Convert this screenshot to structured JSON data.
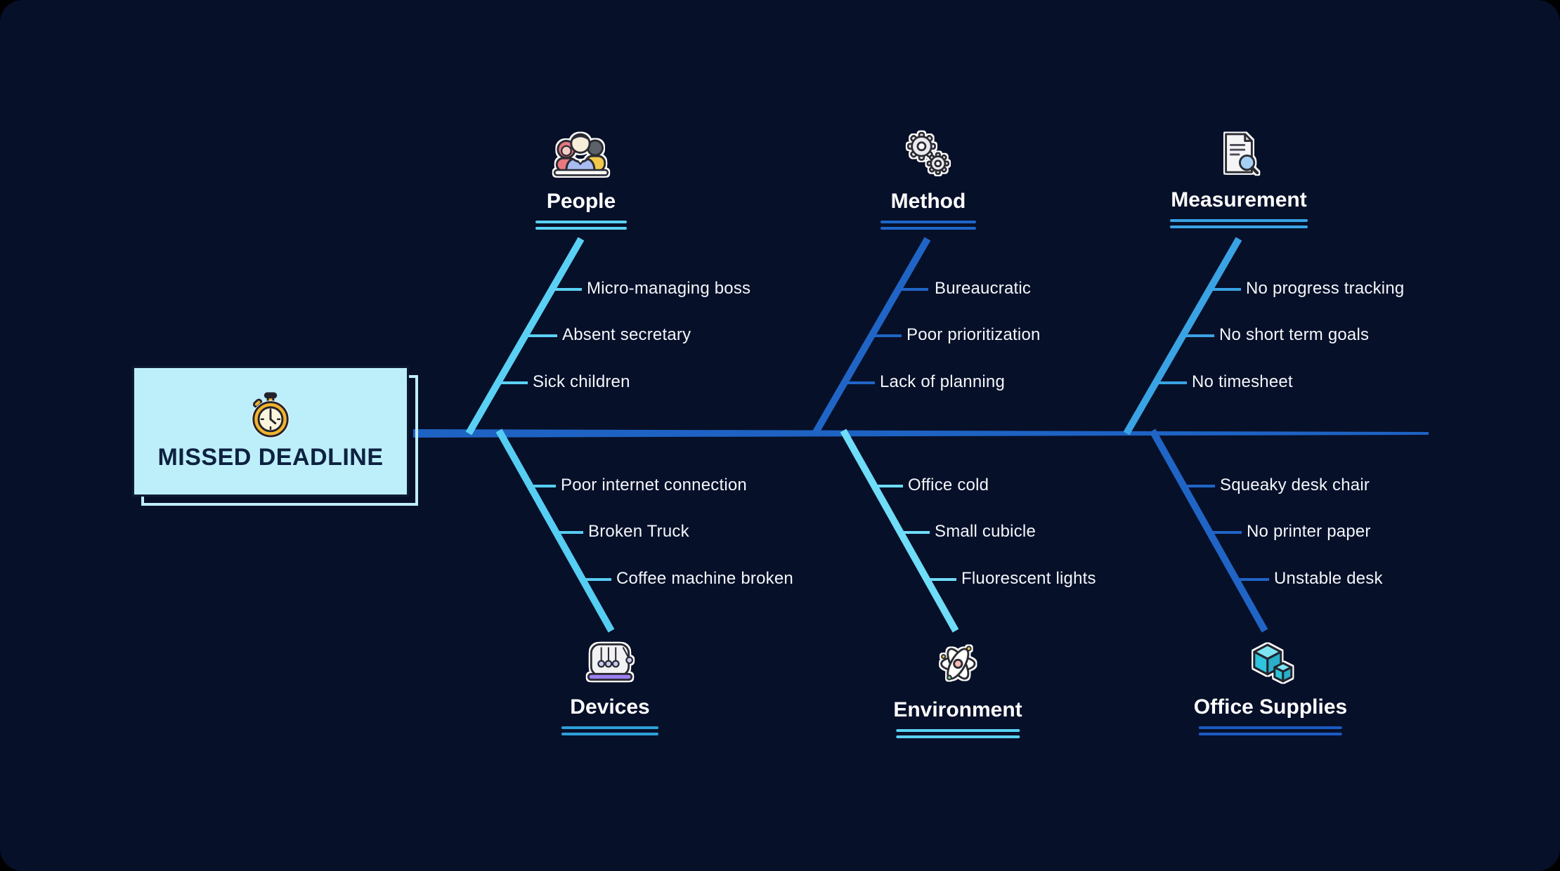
{
  "canvas": {
    "background": "#071029",
    "corner_radius": 32
  },
  "problem": {
    "label": "MISSED DEADLINE",
    "icon": "stopwatch-icon",
    "box_color": "#bdeffb",
    "text_color": "#0d2140"
  },
  "spine": {
    "color": "#1e63c4"
  },
  "branches": [
    {
      "id": "people",
      "label": "People",
      "icon": "people-group-icon",
      "side": "top",
      "color": "#5ad1f4",
      "underline_color": "#5ad1f4",
      "causes": [
        "Micro-managing boss",
        "Absent secretary",
        "Sick children"
      ]
    },
    {
      "id": "method",
      "label": "Method",
      "icon": "gears-icon",
      "side": "top",
      "color": "#2065c6",
      "underline_color": "#1e66c9",
      "causes": [
        "Bureaucratic",
        "Poor prioritization",
        "Lack of planning"
      ]
    },
    {
      "id": "measurement",
      "label": "Measurement",
      "icon": "document-magnifier-icon",
      "side": "top",
      "color": "#3aa3e4",
      "underline_color": "#3aa3e4",
      "causes": [
        "No progress tracking",
        "No short term goals",
        "No timesheet"
      ]
    },
    {
      "id": "devices",
      "label": "Devices",
      "icon": "newtons-cradle-icon",
      "side": "bottom",
      "color": "#56cdf2",
      "underline_color": "#2d9fd6",
      "causes": [
        "Poor internet connection",
        "Broken Truck",
        "Coffee machine broken"
      ]
    },
    {
      "id": "environment",
      "label": "Environment",
      "icon": "atom-icon",
      "side": "bottom",
      "color": "#6fdcf8",
      "underline_color": "#5ad1f4",
      "causes": [
        "Office cold",
        "Small cubicle",
        "Fluorescent lights"
      ]
    },
    {
      "id": "office_supplies",
      "label": "Office Supplies",
      "icon": "cubes-icon",
      "side": "bottom",
      "color": "#2065c6",
      "underline_color": "#1b5ac2",
      "causes": [
        "Squeaky desk chair",
        "No printer paper",
        "Unstable desk"
      ]
    }
  ]
}
